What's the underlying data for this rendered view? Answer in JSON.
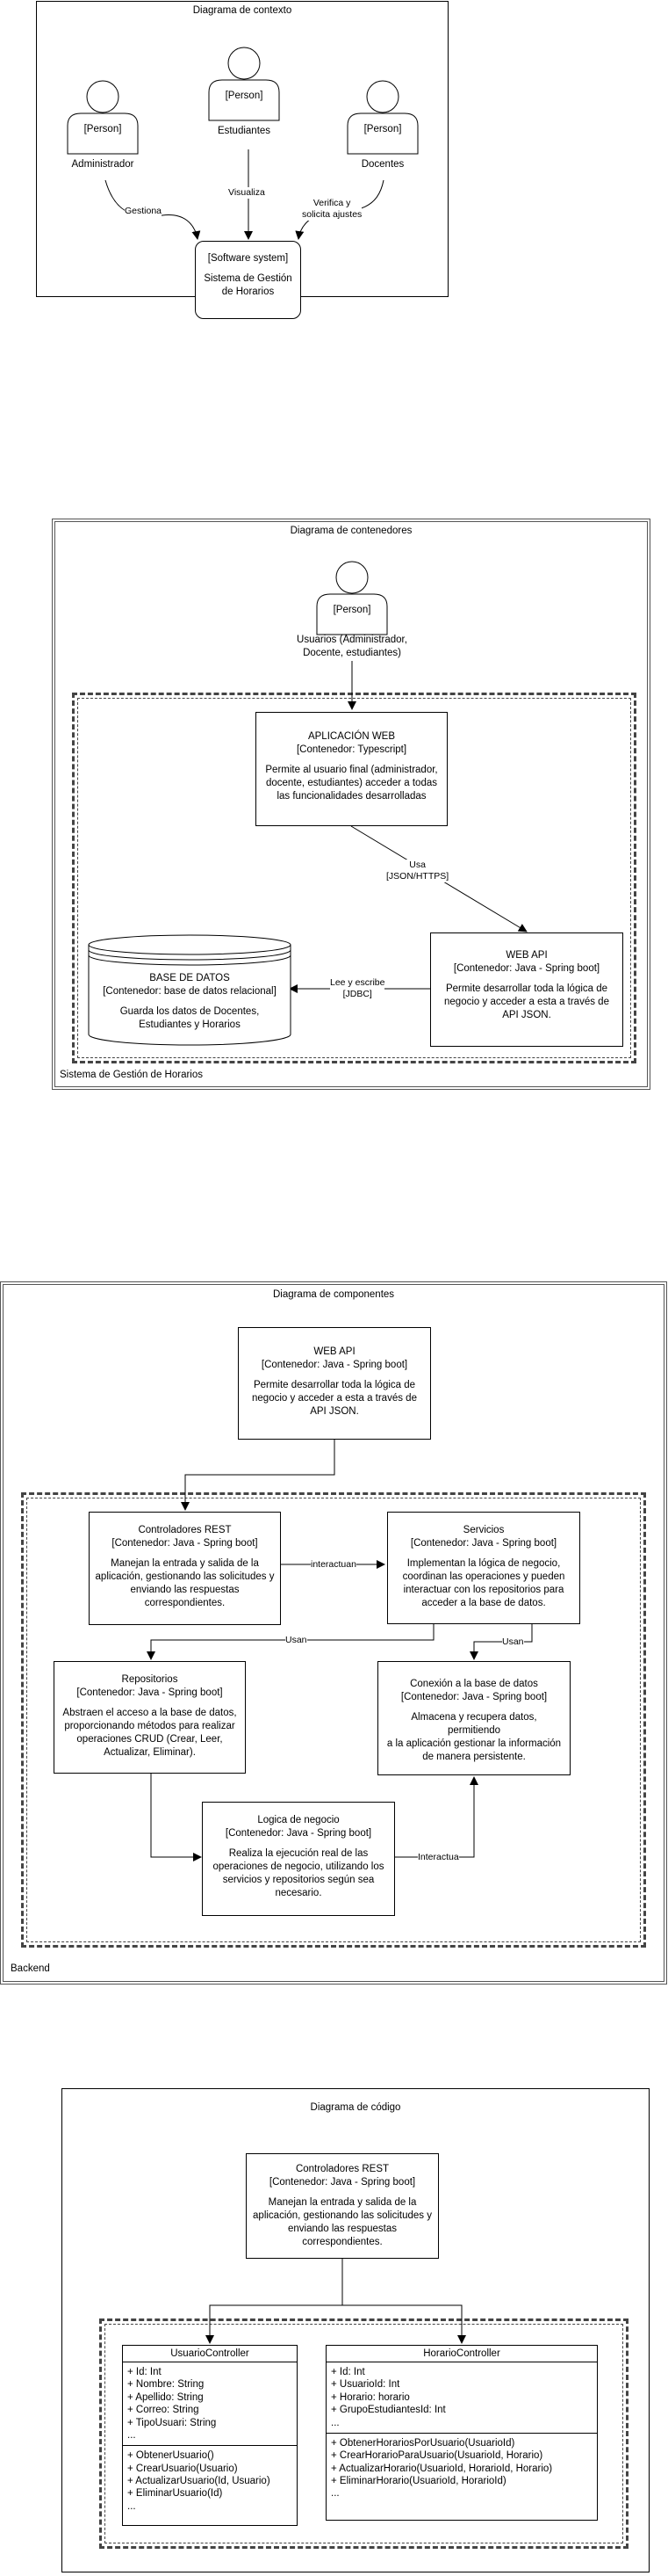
{
  "context": {
    "title": "Diagrama de contexto",
    "admin": {
      "tag": "[Person]",
      "name": "Administrador"
    },
    "student": {
      "tag": "[Person]",
      "name": "Estudiantes"
    },
    "teacher": {
      "tag": "[Person]",
      "name": "Docentes"
    },
    "system": {
      "tag": "[Software system]",
      "name1": "Sistema de Gestión",
      "name2": "de Horarios"
    },
    "edge_admin": "Gestiona",
    "edge_student": "Visualiza",
    "edge_teacher1": "Verifica y",
    "edge_teacher2": "solicita ajustes"
  },
  "containers": {
    "title": "Diagrama de contenedores",
    "users": {
      "tag": "[Person]",
      "line1": "Usuarios (Administrador,",
      "line2": "Docente, estudiantes)"
    },
    "webapp": {
      "name": "APLICACIÓN WEB",
      "tech": "[Contenedor: Typescript]",
      "d1": "Permite al usuario final (administrador,",
      "d2": "docente, estudiantes) acceder a todas",
      "d3": "las funcionalidades desarrolladas"
    },
    "edge_uses1": "Usa",
    "edge_uses2": "[JSON/HTTPS]",
    "webapi": {
      "name": "WEB API",
      "tech": "[Contenedor: Java - Spring boot]",
      "d1": "Permite desarrollar toda la lógica de",
      "d2": "negocio y acceder a esta a través de",
      "d3": "API JSON."
    },
    "edge_rw1": "Lee y escribe",
    "edge_rw2": "[JDBC]",
    "db": {
      "name": "BASE DE DATOS",
      "tech": "[Contenedor: base de datos relacional]",
      "d1": "Guarda los datos de Docentes,",
      "d2": "Estudiantes y Horarios"
    },
    "boundary": "Sistema de Gestión de Horarios"
  },
  "components": {
    "title": "Diagrama de componentes",
    "webapi": {
      "name": "WEB API",
      "tech": "[Contenedor: Java - Spring boot]",
      "d1": "Permite desarrollar toda la lógica de",
      "d2": "negocio y acceder a esta a través de",
      "d3": "API JSON."
    },
    "rest": {
      "name": "Controladores REST",
      "tech": "[Contenedor: Java - Spring boot]",
      "d1": "Manejan la entrada y salida de la",
      "d2": "aplicación, gestionando las solicitudes y",
      "d3": "enviando las respuestas",
      "d4": "correspondientes."
    },
    "services": {
      "name": "Servicios",
      "tech": "[Contenedor: Java - Spring boot]",
      "d1": "Implementan la lógica de negocio,",
      "d2": "coordinan las operaciones y pueden",
      "d3": "interactuar con los repositorios para",
      "d4": "acceder a la base de datos."
    },
    "repos": {
      "name": "Repositorios",
      "tech": "[Contenedor: Java - Spring boot]",
      "d1": "Abstraen el acceso a la base de datos,",
      "d2": "proporcionando métodos para realizar",
      "d3": "operaciones CRUD (Crear, Leer,",
      "d4": "Actualizar, Eliminar)."
    },
    "dbconn": {
      "name": "Conexión a la base de datos",
      "tech": "[Contenedor: Java - Spring boot]",
      "d1": "Almacena y recupera datos, permitiendo",
      "d2": "a la aplicación gestionar la información",
      "d3": "de manera persistente."
    },
    "logic": {
      "name": "Logica de negocio",
      "tech": "[Contenedor: Java - Spring boot]",
      "d1": "Realiza la ejecución real de las",
      "d2": "operaciones de negocio, utilizando los",
      "d3": "servicios y repositorios según sea",
      "d4": "necesario."
    },
    "edge_interact": "interactuan",
    "edge_usan1": "Usan",
    "edge_usan2": "Usan",
    "edge_interactua": "Interactua",
    "boundary": "Backend"
  },
  "code": {
    "title": "Diagrama de código",
    "rest": {
      "name": "Controladores REST",
      "tech": "[Contenedor: Java - Spring boot]",
      "d1": "Manejan la entrada y salida de la",
      "d2": "aplicación, gestionando las solicitudes y",
      "d3": "enviando las respuestas",
      "d4": "correspondientes."
    },
    "user_ctrl": {
      "name": "UsuarioController",
      "fields": [
        "+ Id: Int",
        "+ Nombre: String",
        "+ Apellido: String",
        "+ Correo: String",
        "+ TipoUsuari: String",
        "..."
      ],
      "methods": [
        "+ ObtenerUsuario()",
        "+ CrearUsuario(Usuario)",
        "+ ActualizarUsuario(Id, Usuario)",
        "+ EliminarUsuario(Id)",
        "..."
      ]
    },
    "schedule_ctrl": {
      "name": "HorarioController",
      "fields": [
        "+ Id: Int",
        "+ UsuarioId: Int",
        "+ Horario: horario",
        "+ GrupoEstudiantesId: Int",
        "..."
      ],
      "methods": [
        "+ ObtenerHorariosPorUsuario(UsuarioId)",
        "+ CrearHorarioParaUsuario(UsuarioId, Horario)",
        "+ ActualizarHorario(UsuarioId, HorarioId,  Horario)",
        "+ EliminarHorario(UsuarioId, HorarioId)",
        "..."
      ]
    }
  }
}
